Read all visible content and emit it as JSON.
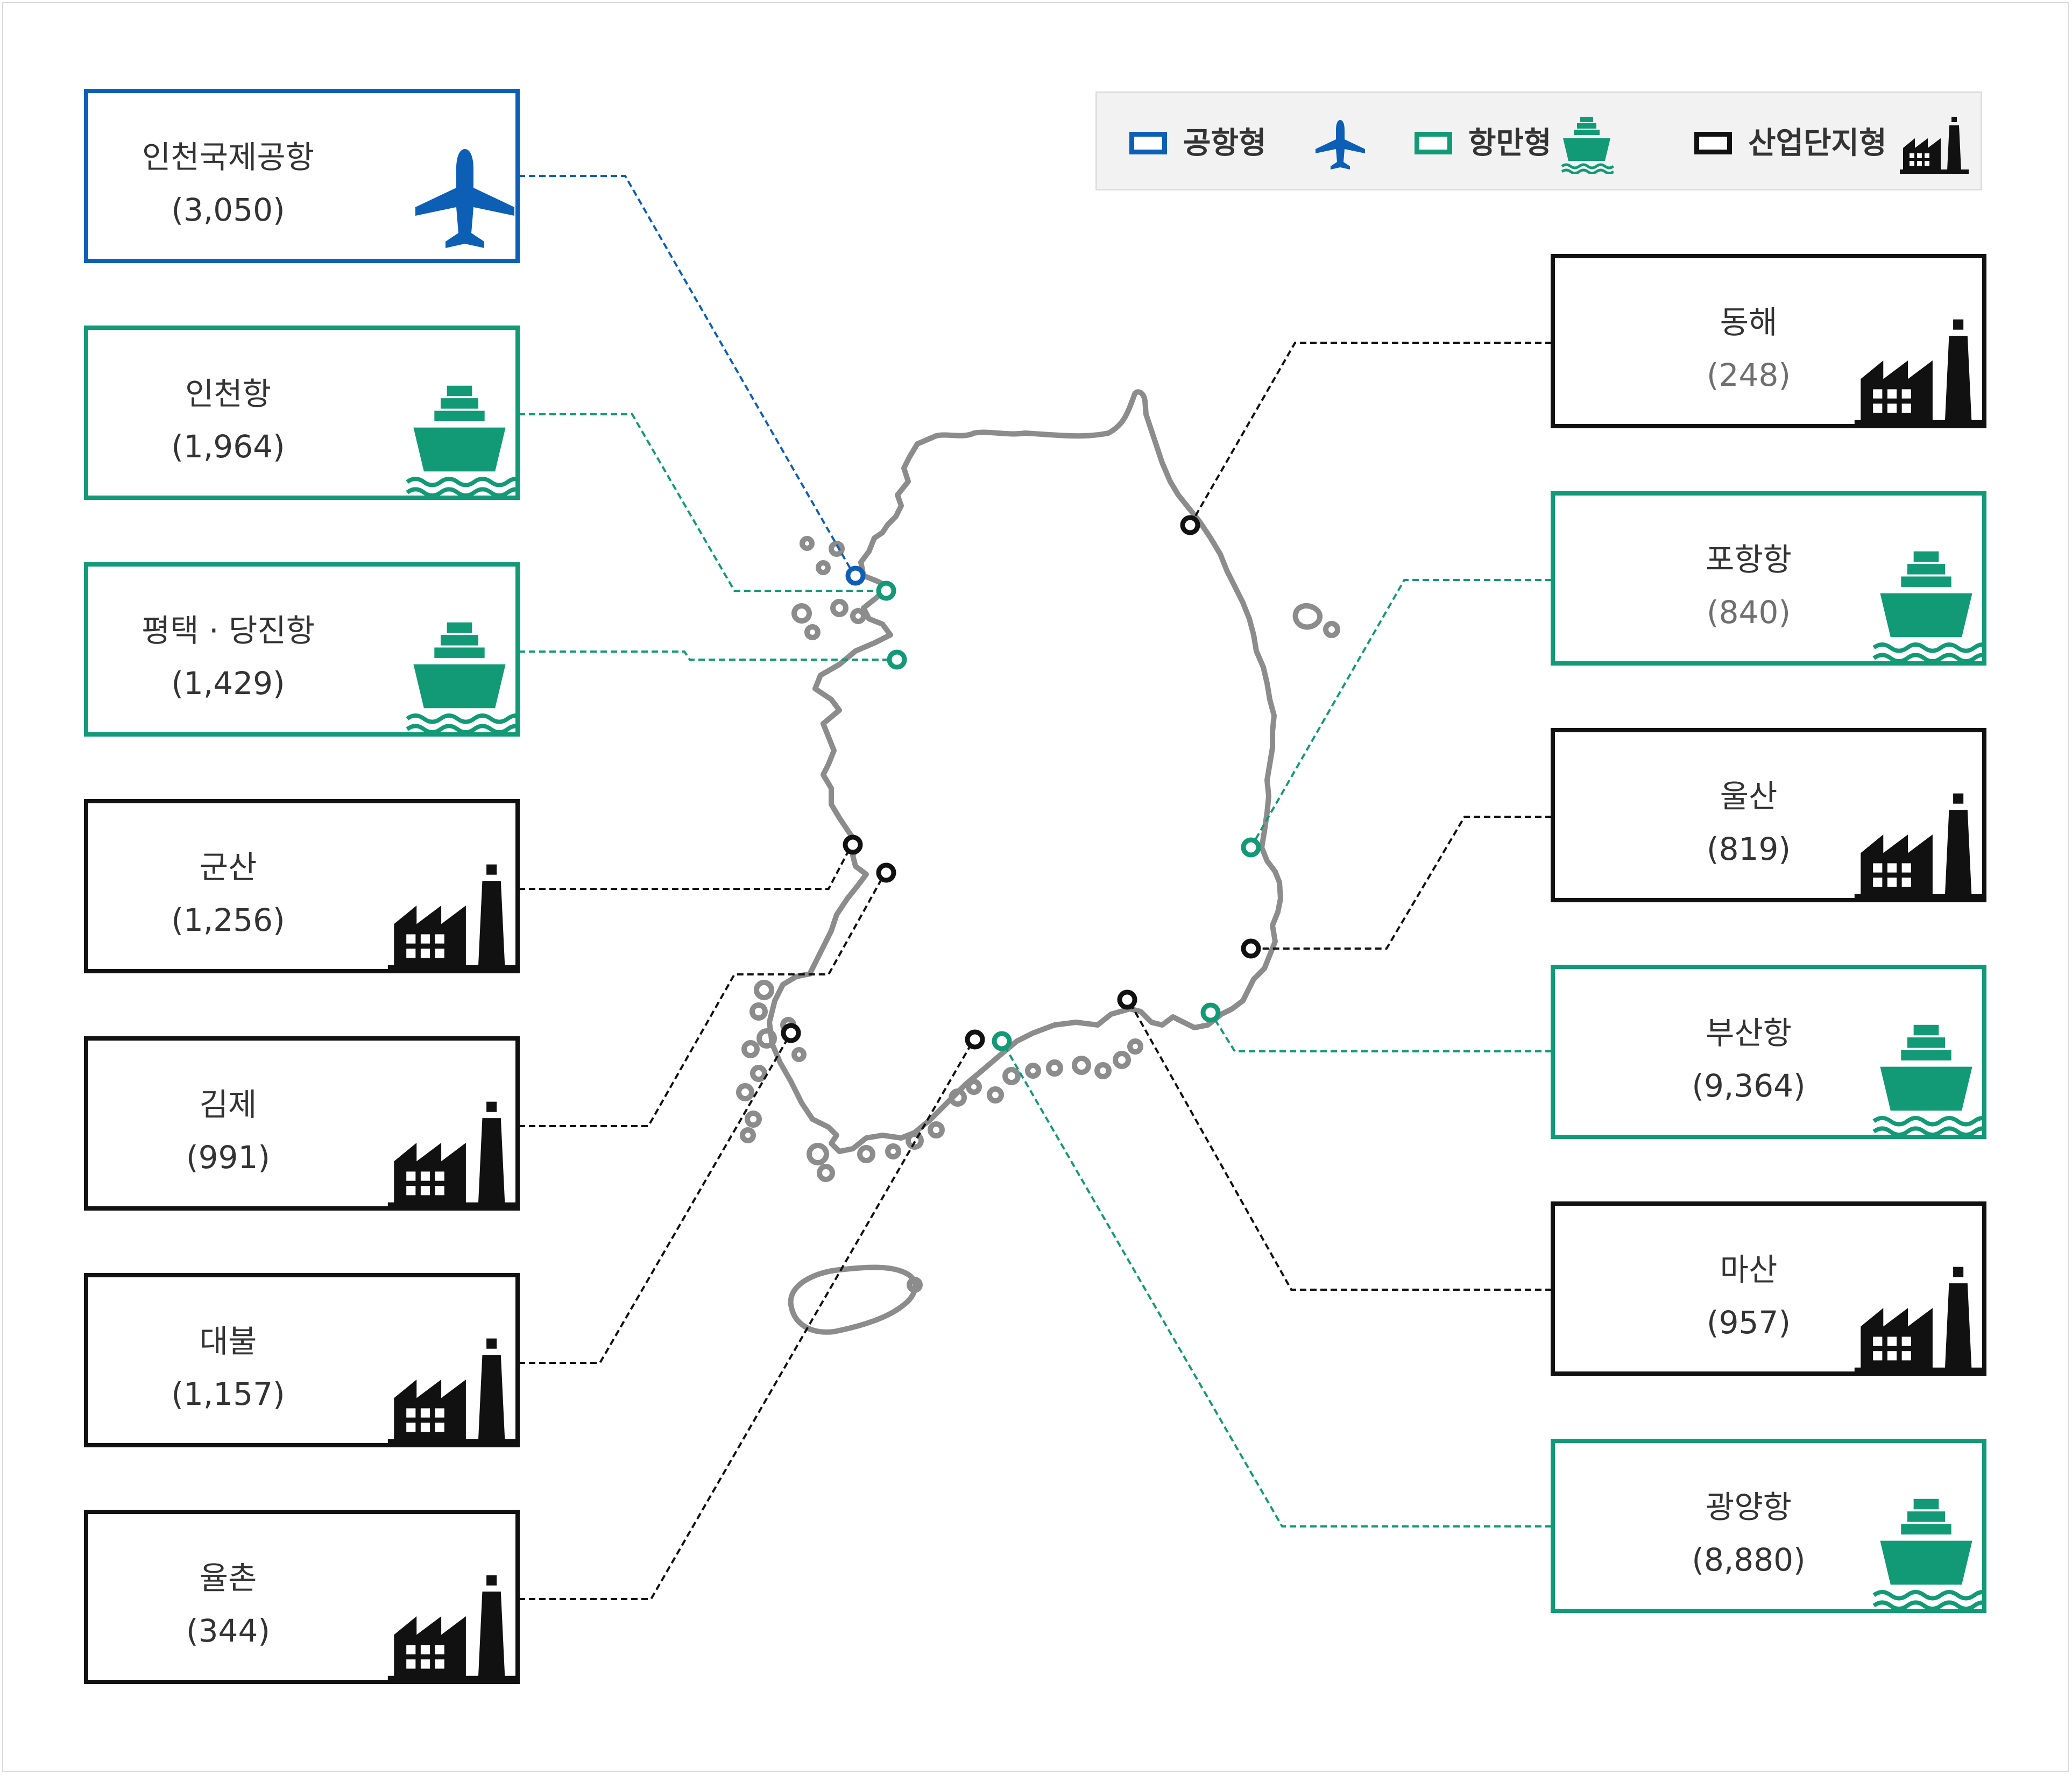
{
  "colors": {
    "airport": "#0d5fb6",
    "port": "#129a77",
    "industrial": "#111111",
    "land_outline": "#8c8c8c",
    "text": "#333333"
  },
  "legend": [
    {
      "label": "공항형",
      "type": "airport",
      "icon": "airplane-icon"
    },
    {
      "label": "항만형",
      "type": "port",
      "icon": "ship-icon"
    },
    {
      "label": "산업단지형",
      "type": "industrial",
      "icon": "factory-icon"
    }
  ],
  "left_boxes": [
    {
      "name": "인천국제공항",
      "value": "(3,050)",
      "type": "airport",
      "icon": "airplane-icon"
    },
    {
      "name": "인천항",
      "value": "(1,964)",
      "type": "port",
      "icon": "ship-icon"
    },
    {
      "name": "평택 · 당진항",
      "value": "(1,429)",
      "type": "port",
      "icon": "ship-icon"
    },
    {
      "name": "군산",
      "value": "(1,256)",
      "type": "industrial",
      "icon": "factory-icon"
    },
    {
      "name": "김제",
      "value": "(991)",
      "type": "industrial",
      "icon": "factory-icon"
    },
    {
      "name": "대불",
      "value": "(1,157)",
      "type": "industrial",
      "icon": "factory-icon"
    },
    {
      "name": "율촌",
      "value": "(344)",
      "type": "industrial",
      "icon": "factory-icon"
    }
  ],
  "right_boxes": [
    {
      "name": "동해",
      "value": "(248)",
      "type": "industrial",
      "icon": "factory-icon"
    },
    {
      "name": "포항항",
      "value": "(840)",
      "type": "port",
      "icon": "ship-icon"
    },
    {
      "name": "울산",
      "value": "(819)",
      "type": "industrial",
      "icon": "factory-icon"
    },
    {
      "name": "부산항",
      "value": "(9,364)",
      "type": "port",
      "icon": "ship-icon"
    },
    {
      "name": "마산",
      "value": "(957)",
      "type": "industrial",
      "icon": "factory-icon"
    },
    {
      "name": "광양항",
      "value": "(8,880)",
      "type": "port",
      "icon": "ship-icon"
    }
  ]
}
